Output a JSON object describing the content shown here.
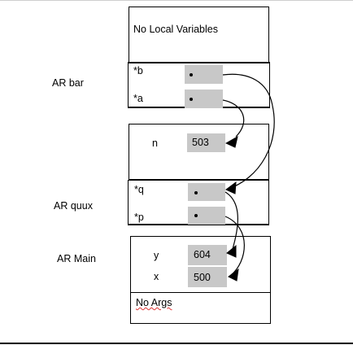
{
  "frames": {
    "bar": {
      "name": "AR bar",
      "locals_text": "No Local Variables",
      "params": [
        {
          "label": "*b",
          "value": "•"
        },
        {
          "label": "*a",
          "value": "•"
        }
      ]
    },
    "quux": {
      "name": "AR quux",
      "locals": [
        {
          "label": "n",
          "value": "503"
        }
      ],
      "params": [
        {
          "label": "*q",
          "value": "•"
        },
        {
          "label": "*p",
          "value": "•"
        }
      ]
    },
    "main": {
      "name": "AR Main",
      "locals": [
        {
          "label": "y",
          "value": "604"
        },
        {
          "label": "x",
          "value": "500"
        }
      ],
      "args_text": "No Args"
    }
  },
  "arrows": [
    {
      "from": "bar.b",
      "to": "quux.q"
    },
    {
      "from": "bar.a",
      "to": "quux.n"
    },
    {
      "from": "quux.q",
      "to": "main.y"
    },
    {
      "from": "quux.p",
      "to": "main.x"
    }
  ],
  "colors": {
    "cell_fill": "#c8c8c8",
    "line": "#000000",
    "spell_squiggle": "#d33333"
  }
}
